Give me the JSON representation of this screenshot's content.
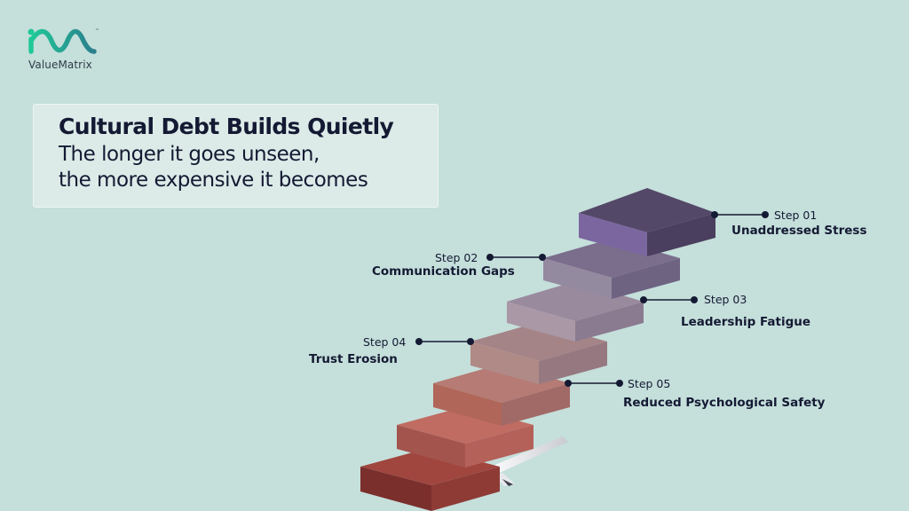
{
  "brand": {
    "name": "ValueMatrix",
    "tm": "™",
    "colors": {
      "wave_start": "#20c997",
      "wave_end": "#2a7e8c"
    }
  },
  "title": {
    "heading": "Cultural Debt Builds Quietly",
    "line1": "The longer it goes unseen,",
    "line2": "the more expensive it becomes"
  },
  "steps": [
    {
      "number": "Step 01",
      "name": "Unaddressed Stress"
    },
    {
      "number": "Step 02",
      "name": "Communication Gaps"
    },
    {
      "number": "Step 03",
      "name": "Leadership Fatigue"
    },
    {
      "number": "Step 04",
      "name": "Trust Erosion"
    },
    {
      "number": "Step 05",
      "name": "Reduced Psychological Safety"
    }
  ],
  "colors": {
    "background": "#c5dfdb",
    "connector": "#141a33",
    "block_tops": [
      "#a0463f",
      "#c06c62",
      "#b57b74",
      "#a58487",
      "#9a8a9e",
      "#7a6e8c",
      "#544868"
    ]
  }
}
